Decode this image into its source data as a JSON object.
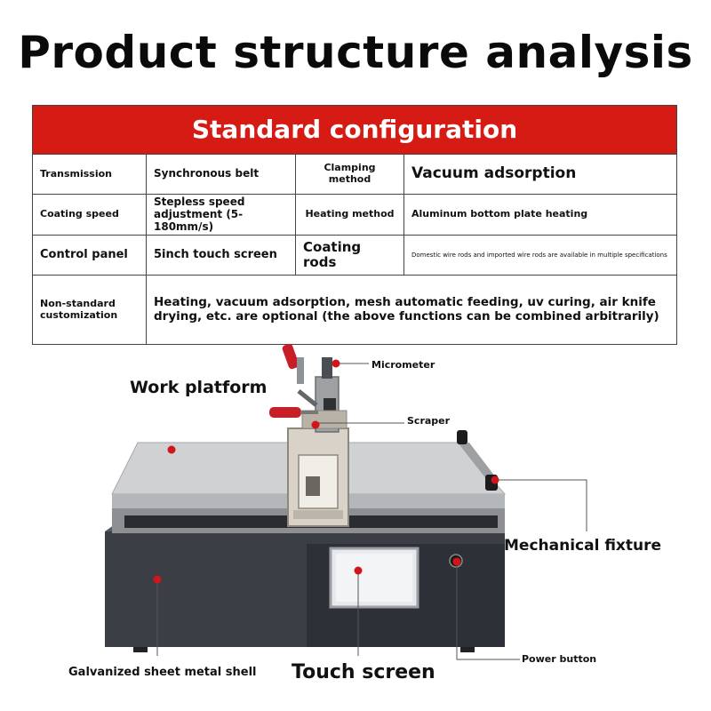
{
  "title": "Product structure analysis",
  "table": {
    "heading": "Standard configuration",
    "rows": [
      {
        "label": "Transmission",
        "value": "Synchronous belt",
        "label2": "Clamping method",
        "value2": "Vacuum adsorption"
      },
      {
        "label": "Coating speed",
        "value": "Stepless speed adjustment (5-180mm/s)",
        "label2": "Heating method",
        "value2": "Aluminum bottom plate heating"
      },
      {
        "label": "Control panel",
        "value": "5inch touch screen",
        "label2": "Coating rods",
        "value2": "Domestic wire rods and imported wire rods are available in multiple specifications"
      },
      {
        "label": "Non-standard customization",
        "value": "Heating, vacuum adsorption, mesh automatic feeding, uv curing, air knife drying, etc. are optional (the above functions can be combined arbitrarily)"
      }
    ]
  },
  "callouts": {
    "micrometer": "Micrometer",
    "work_platform": "Work platform",
    "scraper": "Scraper",
    "mechanical_fixture": "Mechanical fixture",
    "power_button": "Power button",
    "shell": "Galvanized sheet metal shell",
    "touch_screen": "Touch screen"
  },
  "colors": {
    "header_red": "#d51b14",
    "marker_red": "#d0161b",
    "machine_body": "#3b3e45",
    "platform": "#cfd1d3"
  }
}
